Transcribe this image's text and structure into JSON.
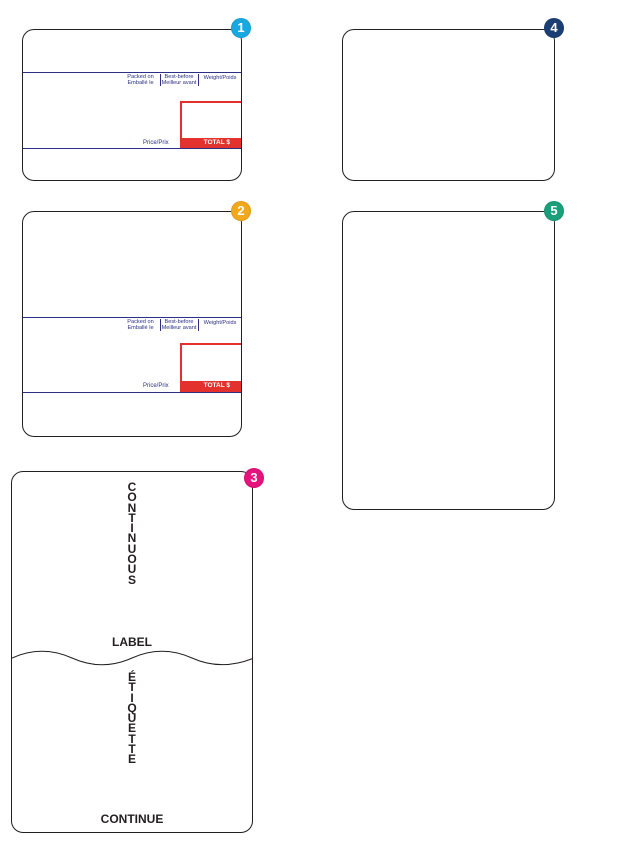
{
  "labels": [
    {
      "number": "1",
      "badge_color": "#1aa8e0",
      "headers": {
        "packed": "Packed on\nEmballé le",
        "best_before": "Best-before\nMeilleur avant",
        "weight": "Weight/Poids"
      },
      "price": "Price/Prix",
      "total": "TOTAL $"
    },
    {
      "number": "2",
      "badge_color": "#f2a81d",
      "headers": {
        "packed": "Packed on\nEmballé le",
        "best_before": "Best-before\nMeilleur avant",
        "weight": "Weight/Poids"
      },
      "price": "Price/Prix",
      "total": "TOTAL $"
    },
    {
      "number": "3",
      "badge_color": "#e4137d",
      "vertical_top": "CONTINUOUS",
      "word_top": "LABEL",
      "vertical_bottom": "ÉTIQUETTE",
      "word_bottom": "CONTINUE"
    },
    {
      "number": "4",
      "badge_color": "#1c3f73"
    },
    {
      "number": "5",
      "badge_color": "#1a9f7a"
    }
  ]
}
